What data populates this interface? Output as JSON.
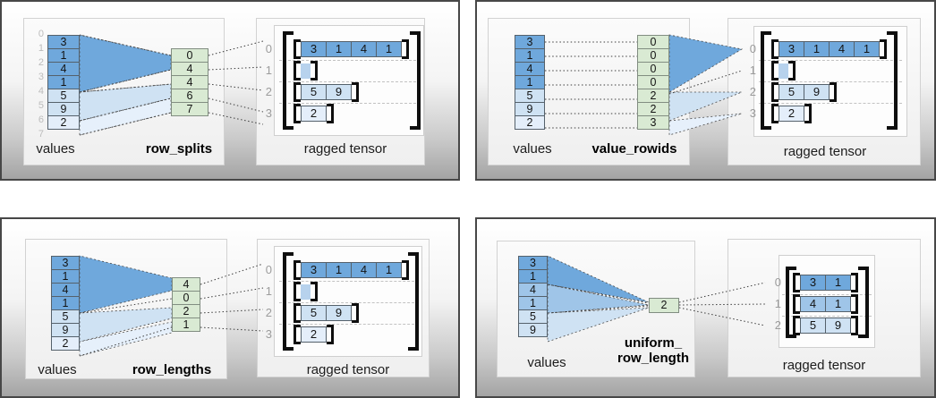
{
  "palette": {
    "dark_blue": "#6fa8dc",
    "mid_blue": "#9fc5e8",
    "light_blue": "#cfe2f3",
    "lighter_blue": "#e4eefa",
    "green": "#d9ead3"
  },
  "quadrants": [
    {
      "name": "row_splits",
      "values_label": "values",
      "param_label": "row_splits",
      "tensor_label": "ragged tensor",
      "value_cells": [
        "3",
        "1",
        "4",
        "1",
        "5",
        "9",
        "2"
      ],
      "value_indices": [
        "0",
        "1",
        "2",
        "3",
        "4",
        "5",
        "6",
        "7"
      ],
      "param_cells": [
        "0",
        "4",
        "4",
        "6",
        "7"
      ],
      "tensor_rows": [
        {
          "index": "0",
          "cells": [
            "3",
            "1",
            "4",
            "1"
          ]
        },
        {
          "index": "1",
          "cells": []
        },
        {
          "index": "2",
          "cells": [
            "5",
            "9"
          ]
        },
        {
          "index": "3",
          "cells": [
            "2"
          ]
        }
      ]
    },
    {
      "name": "value_rowids",
      "values_label": "values",
      "param_label": "value_rowids",
      "tensor_label": "ragged tensor",
      "value_cells": [
        "3",
        "1",
        "4",
        "1",
        "5",
        "9",
        "2"
      ],
      "param_cells": [
        "0",
        "0",
        "0",
        "0",
        "2",
        "2",
        "3"
      ],
      "tensor_rows": [
        {
          "index": "0",
          "cells": [
            "3",
            "1",
            "4",
            "1"
          ]
        },
        {
          "index": "1",
          "cells": []
        },
        {
          "index": "2",
          "cells": [
            "5",
            "9"
          ]
        },
        {
          "index": "3",
          "cells": [
            "2"
          ]
        }
      ]
    },
    {
      "name": "row_lengths",
      "values_label": "values",
      "param_label": "row_lengths",
      "tensor_label": "ragged tensor",
      "value_cells": [
        "3",
        "1",
        "4",
        "1",
        "5",
        "9",
        "2"
      ],
      "param_cells": [
        "4",
        "0",
        "2",
        "1"
      ],
      "tensor_rows": [
        {
          "index": "0",
          "cells": [
            "3",
            "1",
            "4",
            "1"
          ]
        },
        {
          "index": "1",
          "cells": []
        },
        {
          "index": "2",
          "cells": [
            "5",
            "9"
          ]
        },
        {
          "index": "3",
          "cells": [
            "2"
          ]
        }
      ]
    },
    {
      "name": "uniform_row_length",
      "values_label": "values",
      "param_label_line1": "uniform_",
      "param_label_line2": "row_length",
      "tensor_label": "ragged tensor",
      "value_cells": [
        "3",
        "1",
        "4",
        "1",
        "5",
        "9"
      ],
      "param_cells": [
        "2"
      ],
      "tensor_rows": [
        {
          "index": "0",
          "cells": [
            "3",
            "1"
          ]
        },
        {
          "index": "1",
          "cells": [
            "4",
            "1"
          ]
        },
        {
          "index": "2",
          "cells": [
            "5",
            "9"
          ]
        }
      ]
    }
  ]
}
